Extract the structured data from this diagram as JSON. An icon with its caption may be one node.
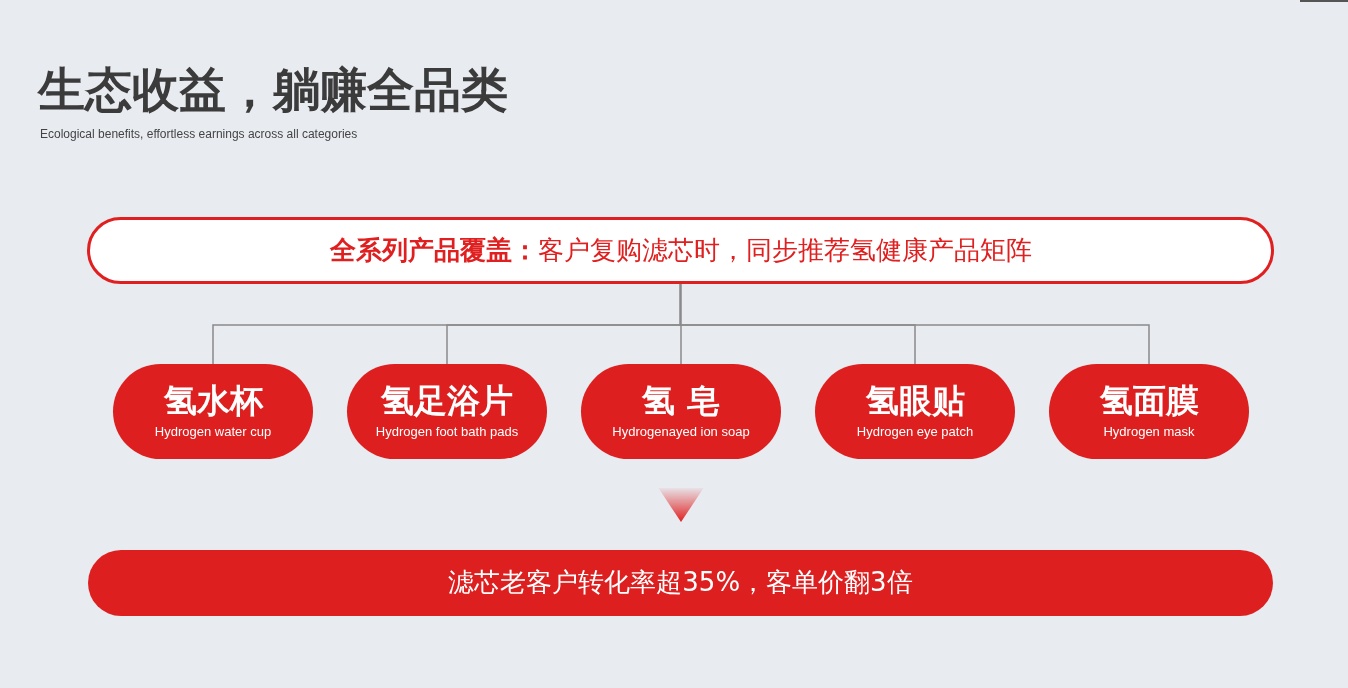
{
  "diagram": {
    "title": "生态收益，躺赚全品类",
    "nodes": [
      {
        "text": [
          "**全系列产品覆盖：**客户复购滤芯时，同步推荐氢健康产品矩阵"
        ]
      },
      {
        "text": [
          "氢水杯",
          "Hydrogen water cup"
        ]
      },
      {
        "text": [
          "氢足浴片",
          "Hydrogen foot bath pads"
        ]
      },
      {
        "text": [
          "氢 皂",
          "Hydrogenayed ion soap"
        ]
      },
      {
        "text": [
          "氢眼贴",
          "Hydrogen eye patch"
        ]
      },
      {
        "text": [
          "氢面膜",
          "Hydrogen mask"
        ]
      },
      {
        "text": [
          "滤芯老客户转化率超35%，客单价翻3倍"
        ]
      }
    ],
    "edges": [
      {
        "from": 0,
        "to": 1,
        "arrow": "none"
      },
      {
        "from": 0,
        "to": 2,
        "arrow": "none"
      },
      {
        "from": 0,
        "to": 3,
        "arrow": "none"
      },
      {
        "from": 0,
        "to": 4,
        "arrow": "none"
      },
      {
        "from": 0,
        "to": 5,
        "arrow": "none"
      },
      {
        "from": 3,
        "to": 6,
        "arrow": "to"
      }
    ],
    "labels": [
      "Ecological benefits, effortless earnings across all categories"
    ]
  }
}
